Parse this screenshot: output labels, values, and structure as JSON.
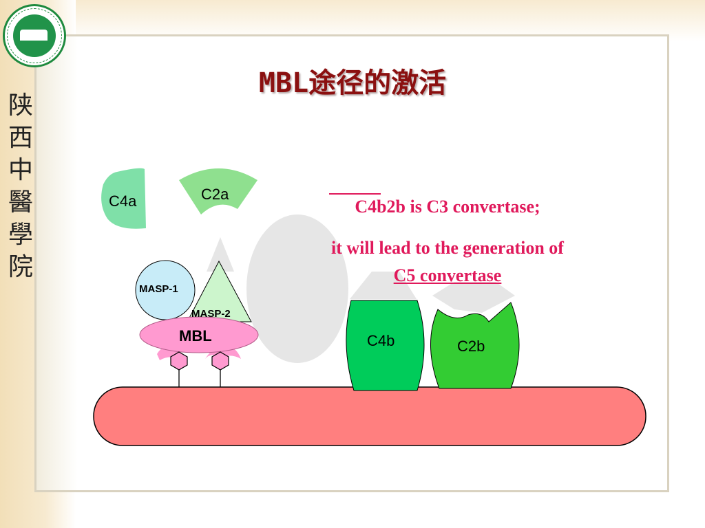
{
  "header": {
    "school_vertical_chars": [
      "陕",
      "西",
      "中",
      "醫",
      "學",
      "院"
    ],
    "title": "MBL途径的激活"
  },
  "diagram": {
    "labels": {
      "c4a": "C4a",
      "c2a": "C2a",
      "masp1": "MASP-1",
      "masp2": "MASP-2",
      "mbl": "MBL",
      "c4b": "C4b",
      "c2b": "C2b"
    },
    "colors": {
      "membrane": "#ff7f7f",
      "c4a": "#7fe0a8",
      "c2a": "#8fe08f",
      "masp1": "#c8ecf8",
      "masp2": "#ccf5cc",
      "mbl": "#ff9ad0",
      "c4b": "#00cc5a",
      "c2b": "#33cc33",
      "ghost": "#e6e6e6",
      "text_accent": "#e0195b",
      "title": "#8b1010"
    },
    "text": {
      "line1": "C4b2b is C3 convertase;",
      "line2": "it will lead to the generation of",
      "line3": "C5 convertase"
    }
  }
}
